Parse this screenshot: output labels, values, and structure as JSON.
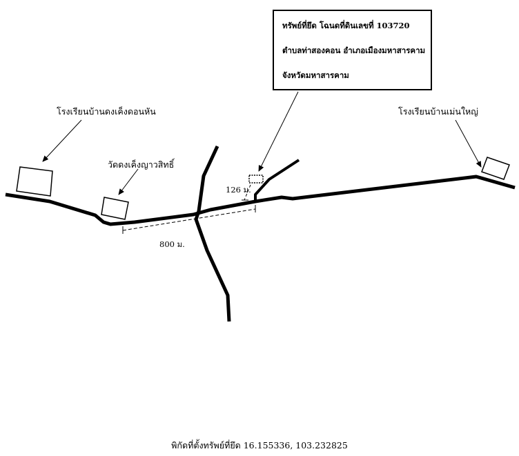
{
  "property": {
    "title": "ทรัพย์ที่ยึด โฉนดที่ดินเลขที่ 103720",
    "subdistrict_district": "ตำบลท่าสองคอน  อำเภอเมืองมหาสารคาม",
    "province": "จังหวัดมหาสารคาม"
  },
  "landmarks": {
    "school_left": "โรงเรียนบ้านดงเค็งดอนหัน",
    "temple": "วัดดงเค็งญาวสิทธิ์",
    "school_right": "โรงเรียนบ้านเม่นใหญ่"
  },
  "distances": {
    "short": "126 ม.",
    "long": "800 ม."
  },
  "footer": {
    "coordinates": "พิกัดที่ตั้งทรัพย์ที่ยึด 16.155336, 103.232825"
  },
  "colors": {
    "road": "#000000",
    "background": "#ffffff"
  }
}
